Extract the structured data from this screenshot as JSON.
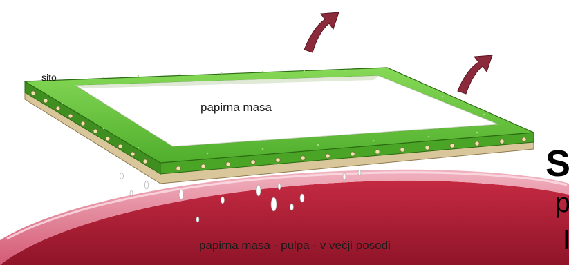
{
  "labels": {
    "sieve": "sito",
    "pulp_in_frame": "papirna masa",
    "vat": "papirna masa - pulpa - v večji posodi"
  },
  "edge_text": {
    "s": "S",
    "p": "p",
    "l": "I"
  },
  "colors": {
    "frame_green": "#5fc23a",
    "frame_dark_green": "#3e8f1f",
    "frame_wood": "#d9c69a",
    "arrow": "#8a2a3a",
    "vat_red": "#b8233a",
    "vat_rim": "#e07088",
    "nail": "#e8d9a6"
  },
  "icons": [
    "lift-arrow-icon"
  ]
}
